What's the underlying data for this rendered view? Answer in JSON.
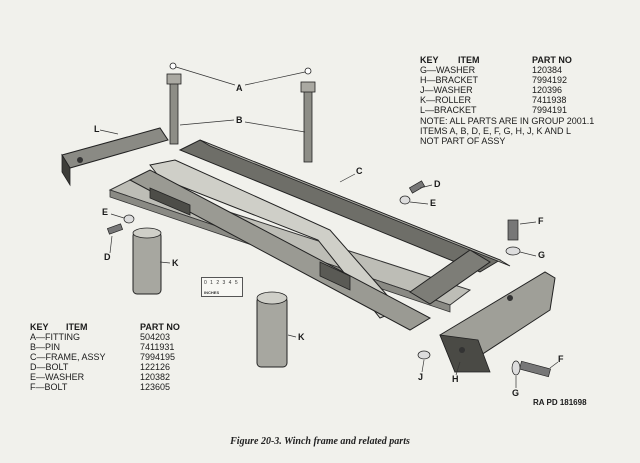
{
  "caption": "Figure 20-3. Winch frame and related parts",
  "reference_code": "RA PD 181698",
  "scale": {
    "label": "INCHES",
    "numbers": "0 1 2 3 4 5"
  },
  "callouts": {
    "A": "A",
    "B": "B",
    "C": "C",
    "D": "D",
    "E": "E",
    "F": "F",
    "G": "G",
    "H": "H",
    "J": "J",
    "K": "K",
    "L": "L"
  },
  "top_table": {
    "header": {
      "key": "KEY",
      "item": "ITEM",
      "part": "PART NO"
    },
    "rows": [
      {
        "item": "G—WASHER",
        "part": "120384"
      },
      {
        "item": "H—BRACKET",
        "part": "7994192"
      },
      {
        "item": "J—WASHER",
        "part": "120396"
      },
      {
        "item": "K—ROLLER",
        "part": "7411938"
      },
      {
        "item": "L—BRACKET",
        "part": "7994191"
      }
    ],
    "note_lines": [
      "NOTE: ALL PARTS ARE IN GROUP 2001.1",
      "ITEMS A, B, D, E, F, G, H, J, K AND L",
      "NOT PART OF ASSY"
    ]
  },
  "bottom_table": {
    "header": {
      "key": "KEY",
      "item": "ITEM",
      "part": "PART NO"
    },
    "rows": [
      {
        "item": "A—FITTING",
        "part": "504203"
      },
      {
        "item": "B—PIN",
        "part": "7411931"
      },
      {
        "item": "C—FRAME, ASSY",
        "part": "7994195"
      },
      {
        "item": "D—BOLT",
        "part": "122126"
      },
      {
        "item": "E—WASHER",
        "part": "120382"
      },
      {
        "item": "F—BOLT",
        "part": "123605"
      }
    ]
  }
}
